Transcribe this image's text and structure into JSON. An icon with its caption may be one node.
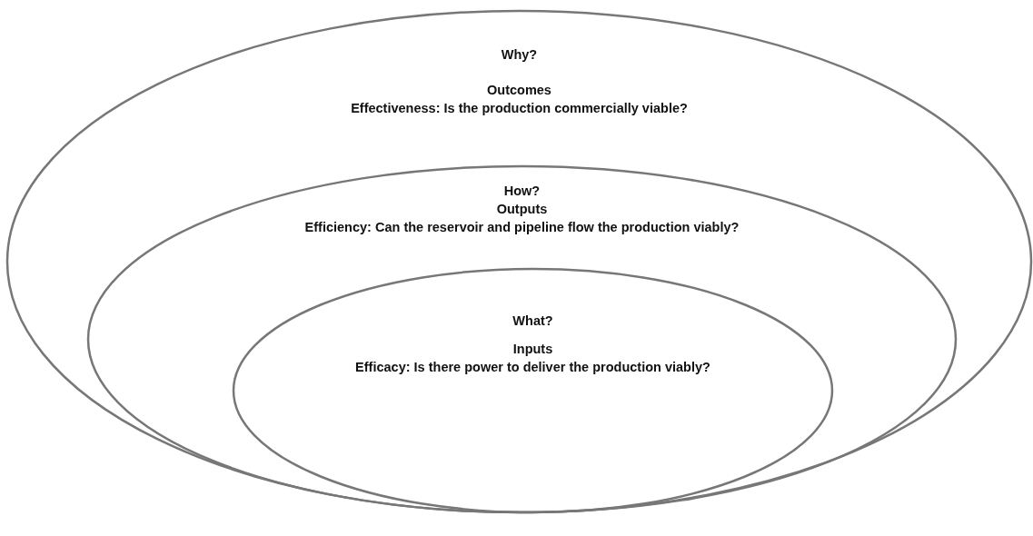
{
  "diagram": {
    "nodes": [
      {
        "text": [
          "Why?",
          "Outcomes",
          "Effectiveness: Is the production commercially viable?"
        ]
      },
      {
        "text": [
          "How?",
          "Outputs",
          "Efficiency: Can the reservoir and pipeline flow the production viably?"
        ],
        "in": 0
      },
      {
        "text": [
          "What?",
          "Inputs",
          "Efficacy: Is there power to deliver the production viably?"
        ],
        "in": 1
      }
    ]
  }
}
